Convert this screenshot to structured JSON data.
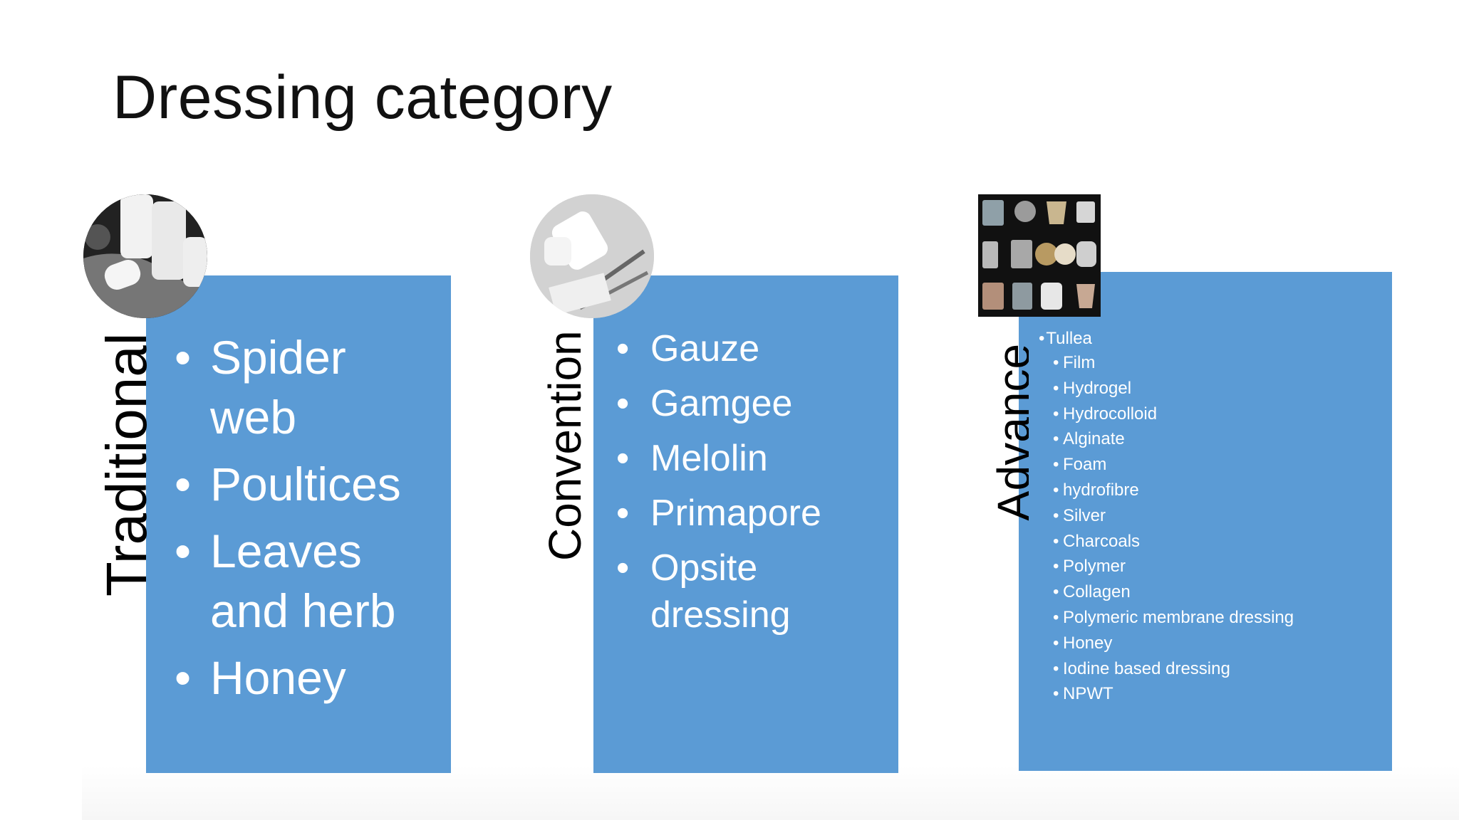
{
  "title": "Dressing category",
  "columns": [
    {
      "label": "Traditional",
      "items": [
        "Spider web",
        "Poultices",
        "Leaves and herb",
        "Honey"
      ]
    },
    {
      "label": "Convention",
      "items": [
        "Gauze",
        "Gamgee",
        "Melolin",
        "Primapore",
        "Opsite dressing"
      ]
    },
    {
      "label": "Advance",
      "lead_item": "Tullea",
      "items": [
        "Film",
        "Hydrogel",
        "Hydrocolloid",
        "Alginate",
        "Foam",
        "hydrofibre",
        "Silver",
        "Charcoals",
        "Polymer",
        "Collagen",
        "Polymeric membrane dressing",
        "Honey",
        "Iodine based dressing",
        "NPWT"
      ]
    }
  ],
  "colors": {
    "box_fill": "#5b9bd5",
    "box_text": "#ffffff",
    "title_text": "#111111"
  }
}
